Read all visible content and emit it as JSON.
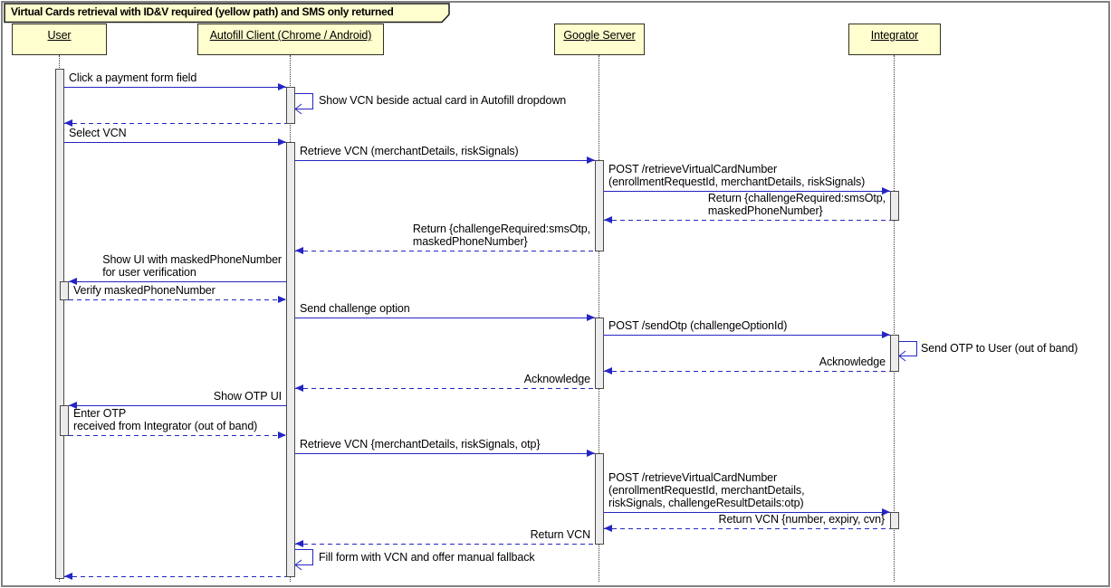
{
  "title": "Virtual Cards retrieval with ID&V required (yellow path) and SMS only returned",
  "participants": [
    {
      "name": "User"
    },
    {
      "name": "Autofill Client (Chrome / Android)"
    },
    {
      "name": "Google Server"
    },
    {
      "name": "Integrator"
    }
  ],
  "colors": {
    "arrow": "#2525c4",
    "participant_fill": "#fefece",
    "participant_border": "#33331f",
    "activation_fill": "#ececec",
    "lifeline": "#3a3a3a"
  },
  "messages": [
    {
      "from": "User",
      "to": "Autofill Client",
      "type": "solid",
      "lines": {
        "0": "Click a payment form field"
      }
    },
    {
      "from": "Autofill Client",
      "to": "Autofill Client",
      "type": "self",
      "lines": {
        "0": "Show VCN beside actual card in Autofill dropdown"
      }
    },
    {
      "from": "Autofill Client",
      "to": "User",
      "type": "return",
      "lines": {}
    },
    {
      "from": "User",
      "to": "Autofill Client",
      "type": "solid",
      "lines": {
        "0": "Select VCN"
      }
    },
    {
      "from": "Autofill Client",
      "to": "Google Server",
      "type": "solid",
      "lines": {
        "0": "Retrieve VCN (merchantDetails, riskSignals)"
      }
    },
    {
      "from": "Google Server",
      "to": "Integrator",
      "type": "solid",
      "lines": {
        "0": "POST /retrieveVirtualCardNumber",
        "1": "(enrollmentRequestId, merchantDetails, riskSignals)"
      }
    },
    {
      "from": "Integrator",
      "to": "Google Server",
      "type": "return",
      "lines": {
        "0": "Return {challengeRequired:smsOtp,",
        "1": "maskedPhoneNumber}"
      }
    },
    {
      "from": "Google Server",
      "to": "Autofill Client",
      "type": "return",
      "lines": {
        "0": "Return {challengeRequired:smsOtp,",
        "1": "maskedPhoneNumber}"
      }
    },
    {
      "from": "Autofill Client",
      "to": "User",
      "type": "solid",
      "lines": {
        "0": "Show UI with maskedPhoneNumber",
        "1": "for user verification"
      }
    },
    {
      "from": "User",
      "to": "Autofill Client",
      "type": "return",
      "lines": {
        "0": "Verify maskedPhoneNumber"
      }
    },
    {
      "from": "Autofill Client",
      "to": "Google Server",
      "type": "solid",
      "lines": {
        "0": "Send challenge option"
      }
    },
    {
      "from": "Google Server",
      "to": "Integrator",
      "type": "solid",
      "lines": {
        "0": "POST /sendOtp (challengeOptionId)"
      }
    },
    {
      "from": "Integrator",
      "to": "Integrator",
      "type": "self",
      "lines": {
        "0": "Send OTP to User (out of band)"
      }
    },
    {
      "from": "Integrator",
      "to": "Google Server",
      "type": "return",
      "lines": {
        "0": "Acknowledge"
      }
    },
    {
      "from": "Google Server",
      "to": "Autofill Client",
      "type": "return",
      "lines": {
        "0": "Acknowledge"
      }
    },
    {
      "from": "Autofill Client",
      "to": "User",
      "type": "solid",
      "lines": {
        "0": "Show OTP UI"
      }
    },
    {
      "from": "User",
      "to": "Autofill Client",
      "type": "return",
      "lines": {
        "0": "Enter OTP",
        "1": "received from Integrator (out of band)"
      }
    },
    {
      "from": "Autofill Client",
      "to": "Google Server",
      "type": "solid",
      "lines": {
        "0": "Retrieve VCN {merchantDetails, riskSignals, otp}"
      }
    },
    {
      "from": "Google Server",
      "to": "Integrator",
      "type": "solid",
      "lines": {
        "0": "POST /retrieveVirtualCardNumber",
        "1": "(enrollmentRequestId, merchantDetails,",
        "2": "riskSignals, challengeResultDetails:otp)"
      }
    },
    {
      "from": "Integrator",
      "to": "Google Server",
      "type": "return",
      "lines": {
        "0": "Return VCN {number, expiry, cvn}"
      }
    },
    {
      "from": "Google Server",
      "to": "Autofill Client",
      "type": "return",
      "lines": {
        "0": "Return VCN"
      }
    },
    {
      "from": "Autofill Client",
      "to": "Autofill Client",
      "type": "self",
      "lines": {
        "0": "Fill form with VCN and offer manual fallback"
      }
    },
    {
      "from": "Autofill Client",
      "to": "User",
      "type": "return",
      "lines": {}
    }
  ]
}
